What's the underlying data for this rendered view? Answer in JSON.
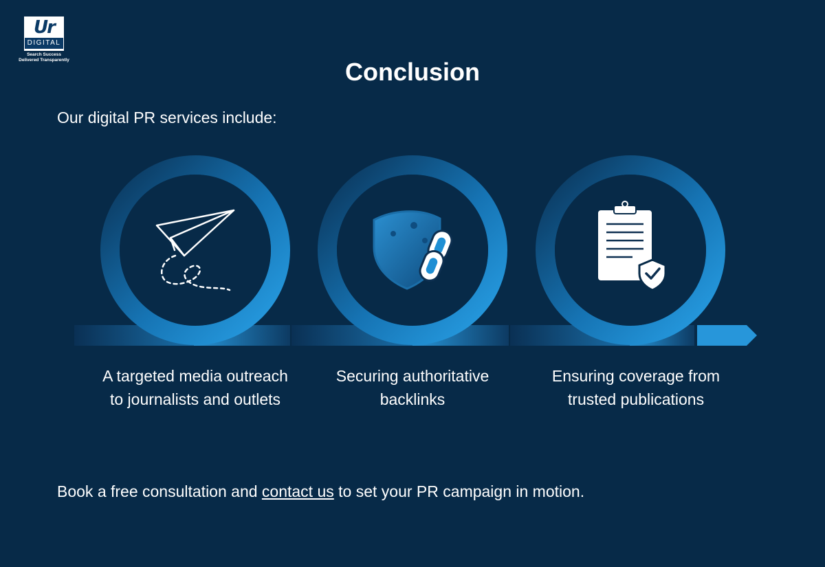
{
  "logo": {
    "mark": "Ur",
    "word": "DIGITAL",
    "tagline_line1": "Search Success",
    "tagline_line2": "Delivered Transparently"
  },
  "title": "Conclusion",
  "intro": "Our digital PR services include:",
  "services": [
    {
      "icon": "paper-plane-icon",
      "caption": "A targeted media outreach to journalists and outlets"
    },
    {
      "icon": "shield-link-icon",
      "caption": "Securing authoritative backlinks"
    },
    {
      "icon": "clipboard-check-icon",
      "caption": "Ensuring coverage from trusted publications"
    }
  ],
  "footer": {
    "before": "Book a free consultation and ",
    "link": "contact us",
    "after": " to set your PR campaign in motion."
  },
  "colors": {
    "background": "#072a48",
    "accent": "#1e8fd4",
    "accent_dark": "#0d3e68",
    "text": "#ffffff"
  }
}
